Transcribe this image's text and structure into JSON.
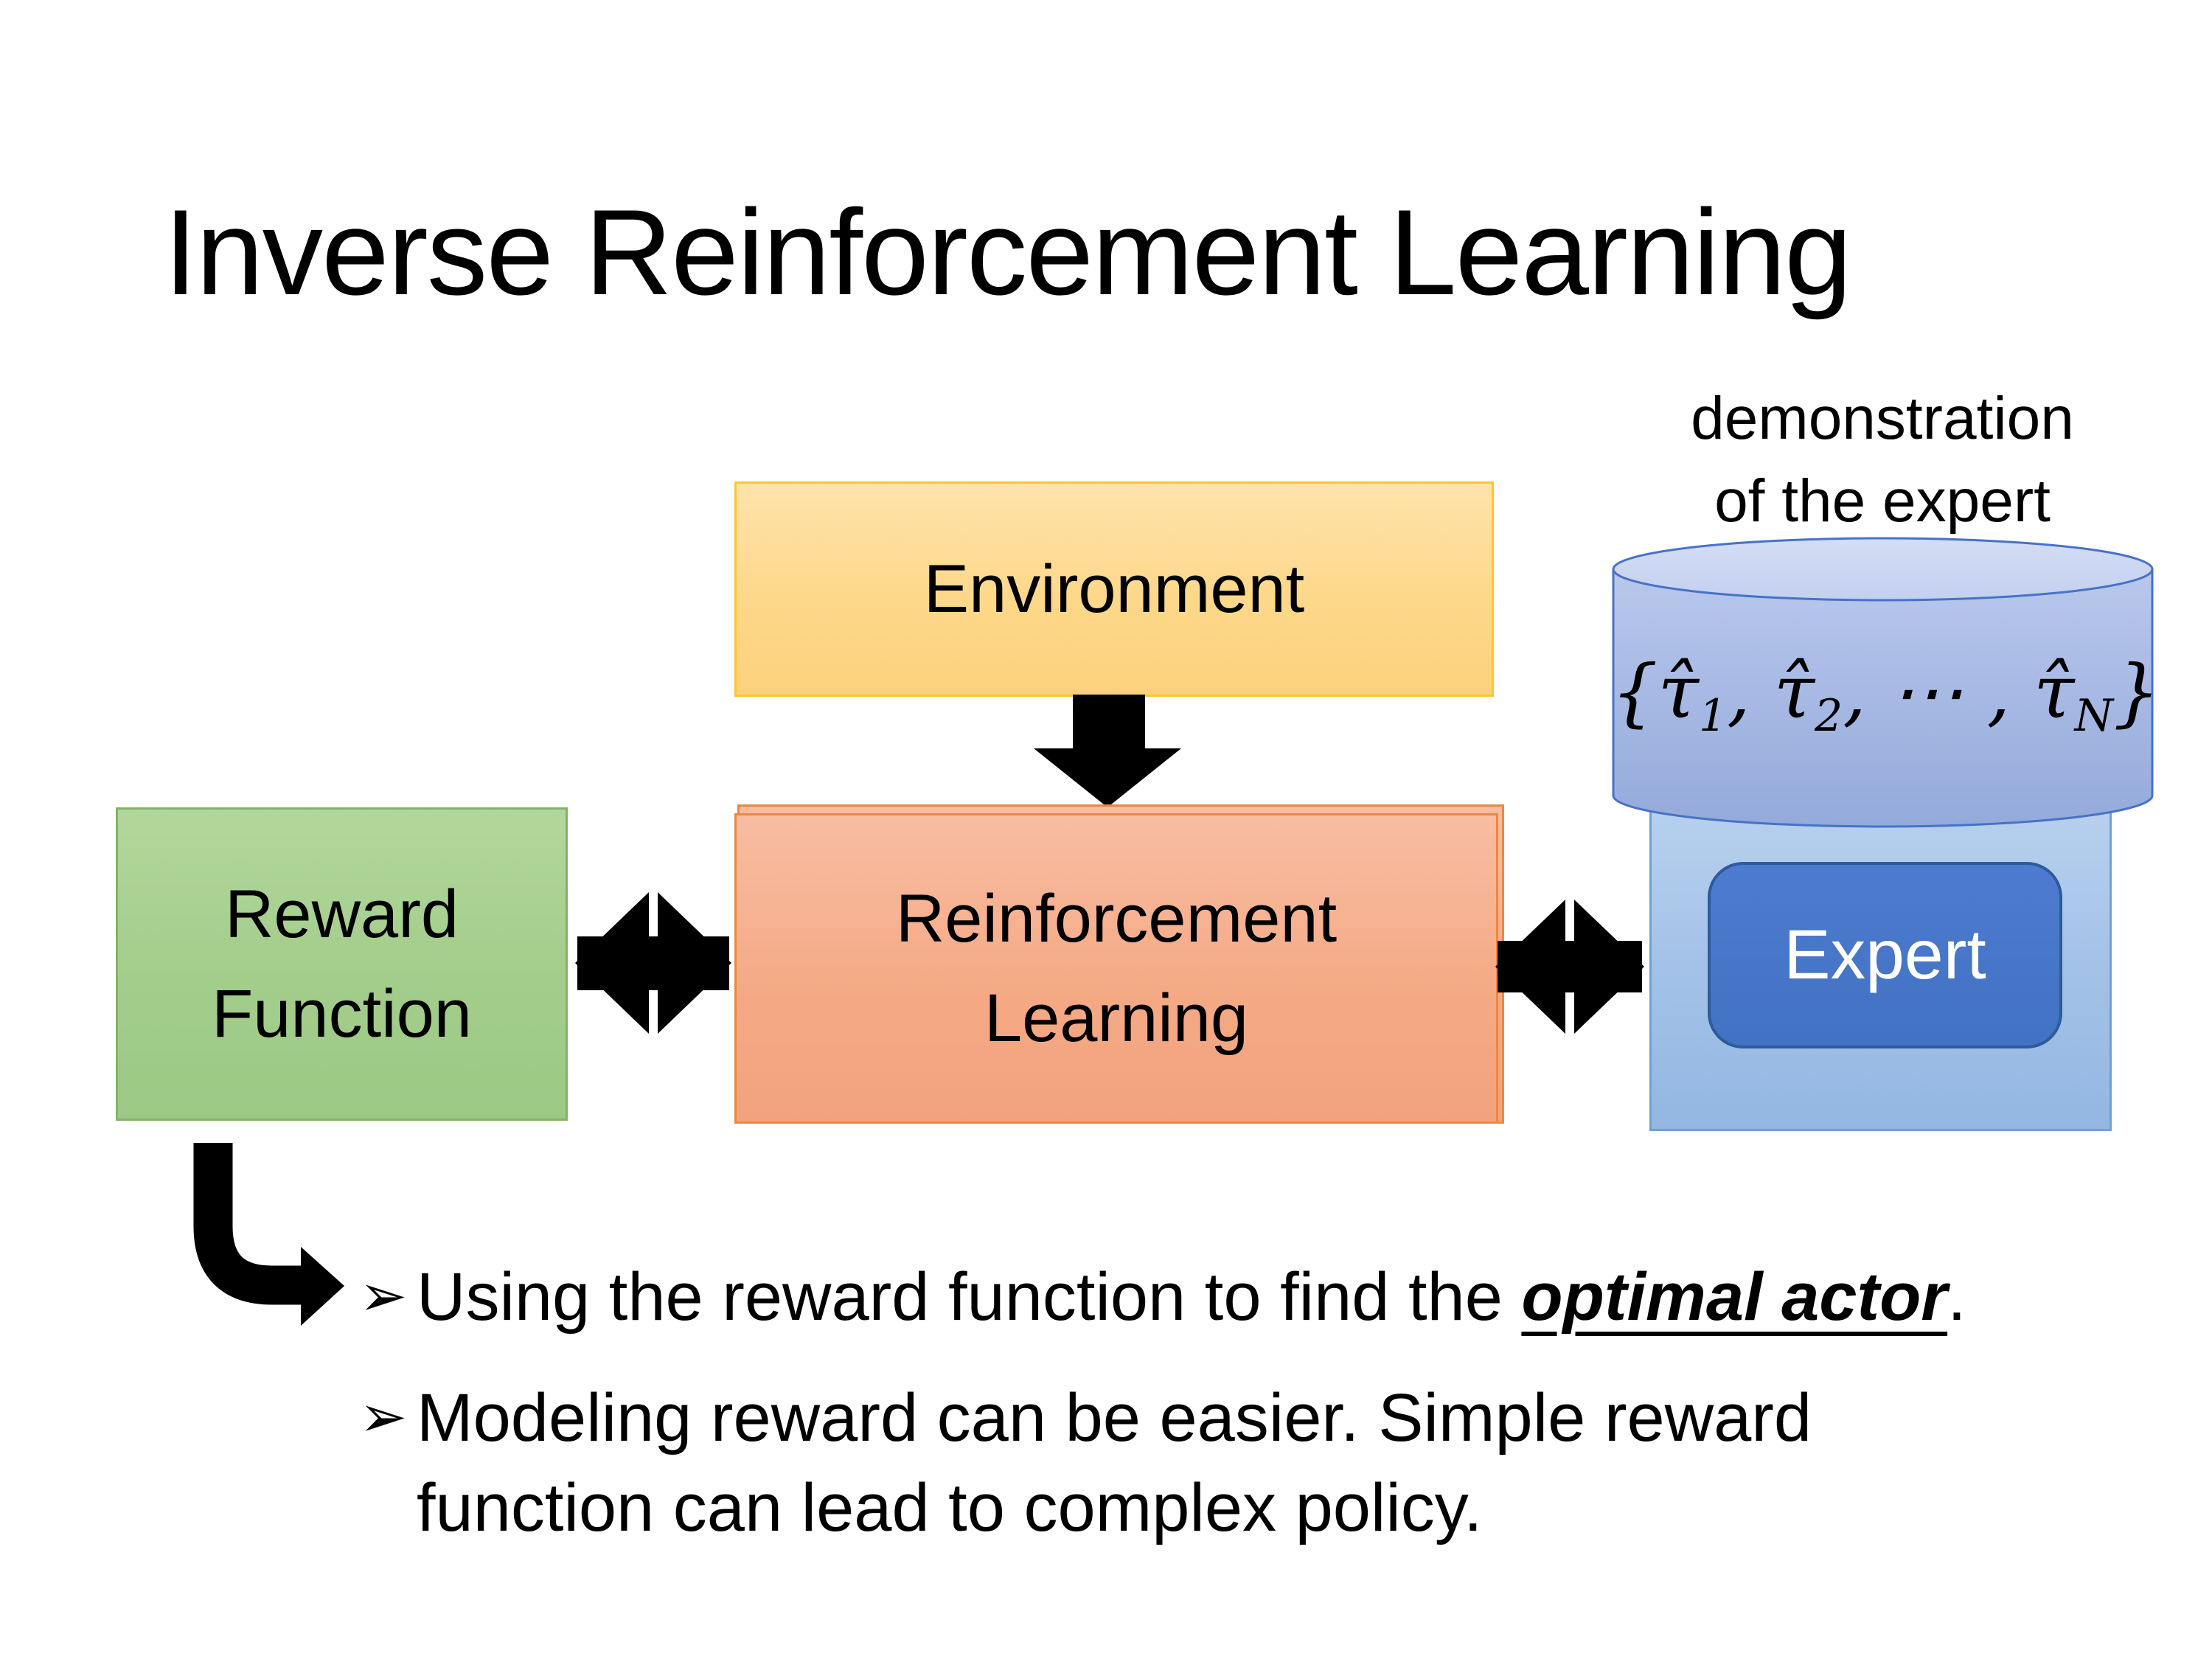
{
  "title": "Inverse Reinforcement Learning",
  "diagram": {
    "environment": {
      "label": "Environment"
    },
    "reward_function": {
      "line1": "Reward",
      "line2": "Function"
    },
    "reinforcement_learning": {
      "line1": "Reinforcement",
      "line2": "Learning"
    },
    "expert": {
      "label": "Expert"
    },
    "demonstration_caption": {
      "line1": "demonstration",
      "line2": "of the expert"
    },
    "trajectory_formula": {
      "p1": "{τ̂",
      "s1": "1",
      "p2": ", τ̂",
      "s2": "2",
      "p3": ", ⋯ , τ̂",
      "s3": "N",
      "p4": "}"
    }
  },
  "bullets": {
    "marker": "➢",
    "items": [
      {
        "pre": "Using the reward function to find the ",
        "emphasis": "optimal actor",
        "post": "."
      },
      {
        "text": "Modeling reward can be easier. Simple reward function can lead to complex policy."
      }
    ]
  },
  "colors": {
    "background": "#FFFFFF",
    "text": "#000000",
    "environment_fill": "#FCD17C",
    "environment_border": "#FDC437",
    "reward_fill": "#A3CD8B",
    "reward_border": "#84B266",
    "rl_fill": "#F4A984",
    "rl_border": "#ED8740",
    "expert_container_fill": "#A5C3E8",
    "expert_container_border": "#6EA2D6",
    "expert_fill": "#4472C4",
    "expert_border": "#2E5B9B",
    "expert_text": "#FFFFFF",
    "cylinder_top_fill": "#CCD7F2",
    "cylinder_body_fill": "#A6B8E4",
    "cylinder_border": "#4673C8",
    "arrow_fill": "#000000"
  }
}
